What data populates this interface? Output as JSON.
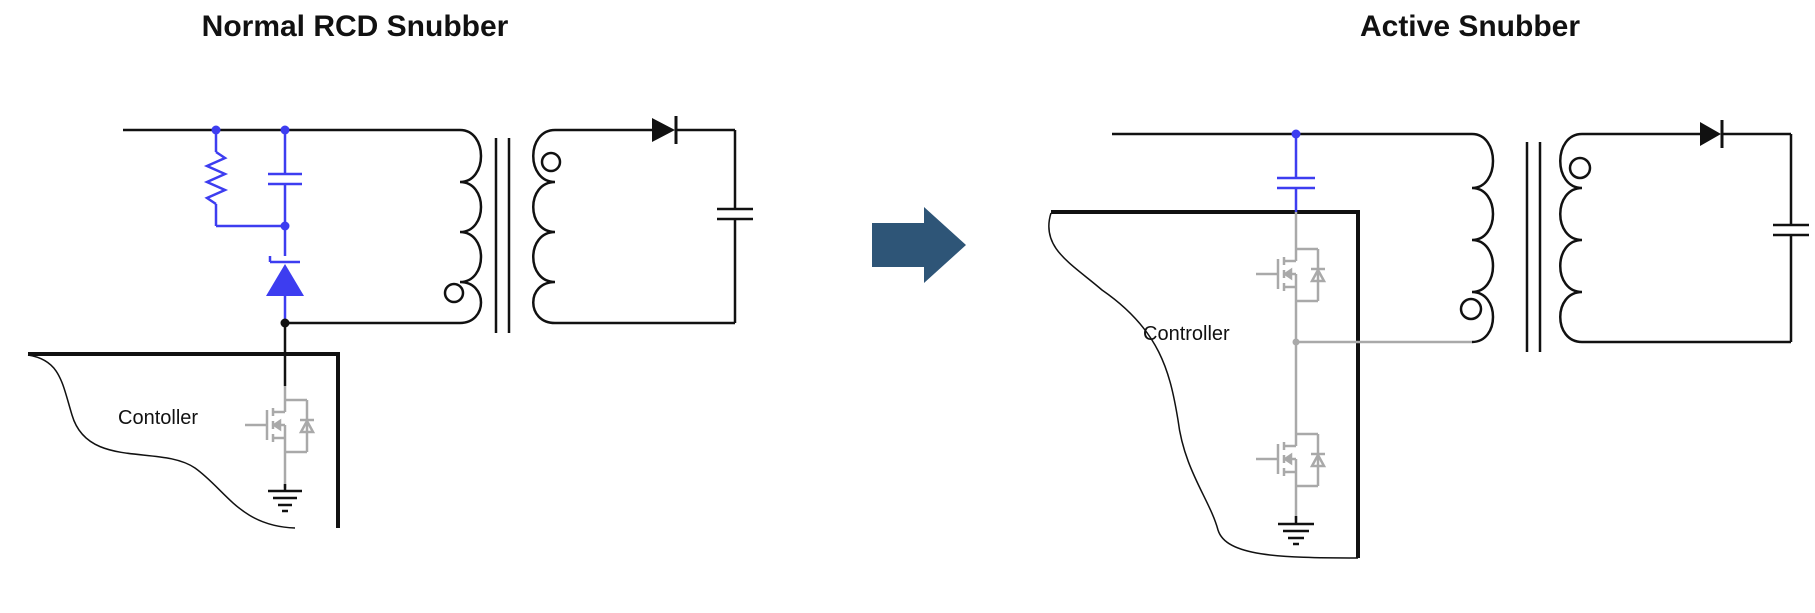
{
  "diagrams": [
    {
      "title": "Normal RCD Snubber",
      "controller_label": "Contoller"
    },
    {
      "title": "Active Snubber",
      "controller_label": "Controller"
    }
  ],
  "colors": {
    "wire": "#111111",
    "snubber": "#3d3df0",
    "switch": "#a9a9a9",
    "arrow": "#2e5577"
  },
  "icons": [
    "arrow-right-icon",
    "transformer-icon",
    "diode-icon",
    "capacitor-icon",
    "resistor-icon",
    "mosfet-icon",
    "ground-icon"
  ]
}
